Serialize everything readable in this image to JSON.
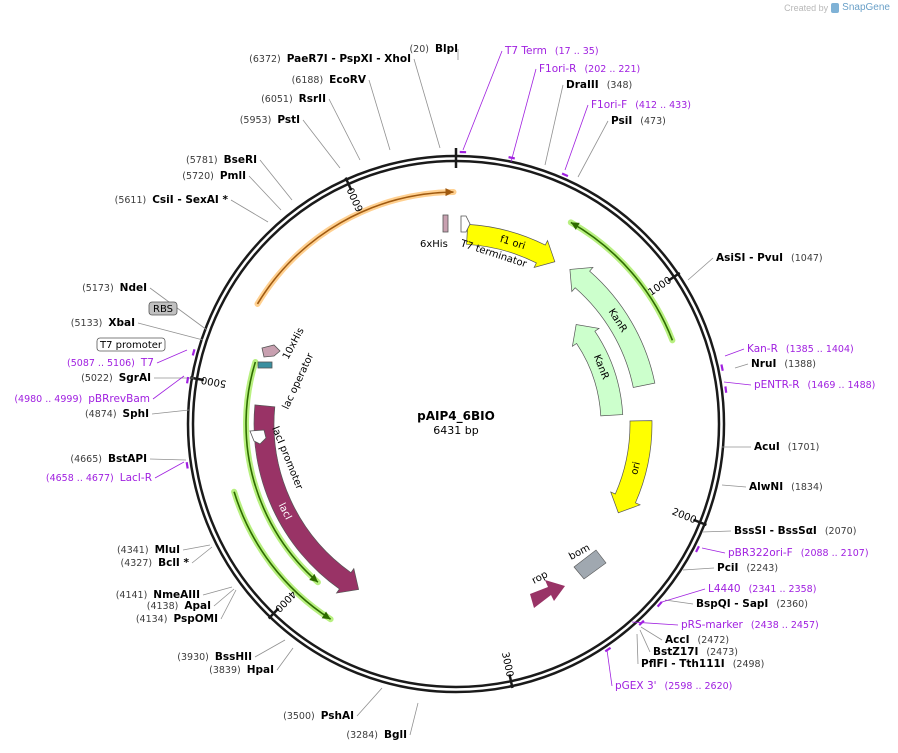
{
  "credit": {
    "prefix": "Created by",
    "brand": "SnapGene"
  },
  "plasmid": {
    "name": "pAIP4_6BIO",
    "size_label": "6431 bp",
    "length": 6431
  },
  "ticks": [
    {
      "pos": 1000,
      "label": "1000"
    },
    {
      "pos": 2000,
      "label": "2000"
    },
    {
      "pos": 3000,
      "label": "3000"
    },
    {
      "pos": 4000,
      "label": "4000"
    },
    {
      "pos": 5000,
      "label": "5000"
    },
    {
      "pos": 6000,
      "label": "6000"
    }
  ],
  "enzymes": [
    {
      "name": "BlpI",
      "pos_label": "(20)",
      "pos": 20
    },
    {
      "name": "DraIII",
      "pos_label": "(348)",
      "pos": 348
    },
    {
      "name": "PsiI",
      "pos_label": "(473)",
      "pos": 473
    },
    {
      "name": "AsiSI  -  PvuI",
      "pos_label": "(1047)",
      "pos": 1047
    },
    {
      "name": "NruI",
      "pos_label": "(1388)",
      "pos": 1388
    },
    {
      "name": "AcuI",
      "pos_label": "(1701)",
      "pos": 1701
    },
    {
      "name": "AlwNI",
      "pos_label": "(1834)",
      "pos": 1834
    },
    {
      "name": "BssSI  -  BssSαI",
      "pos_label": "(2070)",
      "pos": 2070
    },
    {
      "name": "PciI",
      "pos_label": "(2243)",
      "pos": 2243
    },
    {
      "name": "BspQI  -  SapI",
      "pos_label": "(2360)",
      "pos": 2360
    },
    {
      "name": "AccI",
      "pos_label": "(2472)",
      "pos": 2472
    },
    {
      "name": "BstZ17I",
      "pos_label": "(2473)",
      "pos": 2473
    },
    {
      "name": "PflFI  -  Tth111I",
      "pos_label": "(2498)",
      "pos": 2498
    },
    {
      "name": "BglI",
      "pos_label": "(3284)",
      "pos": 3284
    },
    {
      "name": "PshAI",
      "pos_label": "(3500)",
      "pos": 3500
    },
    {
      "name": "HpaI",
      "pos_label": "(3839)",
      "pos": 3839
    },
    {
      "name": "BssHII",
      "pos_label": "(3930)",
      "pos": 3930
    },
    {
      "name": "PspOMI",
      "pos_label": "(4134)",
      "pos": 4134
    },
    {
      "name": "ApaI",
      "pos_label": "(4138)",
      "pos": 4138
    },
    {
      "name": "NmeAIII",
      "pos_label": "(4141)",
      "pos": 4141
    },
    {
      "name": "BclI *",
      "pos_label": "(4327)",
      "pos": 4327
    },
    {
      "name": "MluI",
      "pos_label": "(4341)",
      "pos": 4341
    },
    {
      "name": "BstAPI",
      "pos_label": "(4665)",
      "pos": 4665
    },
    {
      "name": "SphI",
      "pos_label": "(4874)",
      "pos": 4874
    },
    {
      "name": "SgrAI",
      "pos_label": "(5022)",
      "pos": 5022
    },
    {
      "name": "XbaI",
      "pos_label": "(5133)",
      "pos": 5133
    },
    {
      "name": "NdeI",
      "pos_label": "(5173)",
      "pos": 5173
    },
    {
      "name": "CsiI  -  SexAI *",
      "pos_label": "(5611)",
      "pos": 5611
    },
    {
      "name": "PmlI",
      "pos_label": "(5720)",
      "pos": 5720
    },
    {
      "name": "BseRI",
      "pos_label": "(5781)",
      "pos": 5781
    },
    {
      "name": "PstI",
      "pos_label": "(5953)",
      "pos": 5953
    },
    {
      "name": "RsrII",
      "pos_label": "(6051)",
      "pos": 6051
    },
    {
      "name": "EcoRV",
      "pos_label": "(6188)",
      "pos": 6188
    },
    {
      "name": "PaeR7I  -  PspXI  -  XhoI",
      "pos_label": "(6372)",
      "pos": 6372
    }
  ],
  "primers": [
    {
      "name": "T7 Term",
      "range": "(17 .. 35)",
      "pos": 26
    },
    {
      "name": "F1ori-R",
      "range": "(202 .. 221)",
      "pos": 211
    },
    {
      "name": "F1ori-F",
      "range": "(412 .. 433)",
      "pos": 422
    },
    {
      "name": "Kan-R",
      "range": "(1385 .. 1404)",
      "pos": 1394
    },
    {
      "name": "pENTR-R",
      "range": "(1469 .. 1488)",
      "pos": 1478
    },
    {
      "name": "pBR322ori-F",
      "range": "(2088 .. 2107)",
      "pos": 2097
    },
    {
      "name": "L4440",
      "range": "(2341 .. 2358)",
      "pos": 2349
    },
    {
      "name": "pRS-marker",
      "range": "(2438 .. 2457)",
      "pos": 2447
    },
    {
      "name": "pGEX 3'",
      "range": "(2598 .. 2620)",
      "pos": 2609
    },
    {
      "name": "LacI-R",
      "range": "(4658 .. 4677)",
      "pos": 4667
    },
    {
      "name": "pBRrevBam",
      "range": "(4980 .. 4999)",
      "pos": 4989
    },
    {
      "name": "T7",
      "range": "(5087 .. 5106)",
      "pos": 5096
    }
  ],
  "boxed_features": [
    {
      "name": "RBS",
      "style": "gray"
    },
    {
      "name": "T7 promoter",
      "style": "white"
    }
  ],
  "feature_labels": {
    "his6": "6xHis",
    "t7_terminator": "T7 terminator",
    "f1_ori": "f1 ori",
    "kanr_outer": "KanR",
    "kanr_inner": "KanR",
    "ori": "ori",
    "rop": "rop",
    "bom": "bom",
    "laci": "lacI",
    "laci_promoter": "lacI promoter",
    "his10": "10xHis",
    "lac_operator": "lac operator"
  },
  "colors": {
    "enzyme_text": "#000000",
    "position_text": "#3c3c3c",
    "primer": "#a020e0",
    "backbone": "#1a1a1a",
    "f1_ori": "#ffff00",
    "ori": "#ffff00",
    "kanr": "#ccffcc",
    "laci": "#993366",
    "rop": "#993366",
    "bom": "#a0a8b0",
    "orf_green": "#2e6b00",
    "orf_glow": "#b8f080",
    "orf_orange": "#a05a10",
    "orf_orange_glow": "#ffd090"
  }
}
